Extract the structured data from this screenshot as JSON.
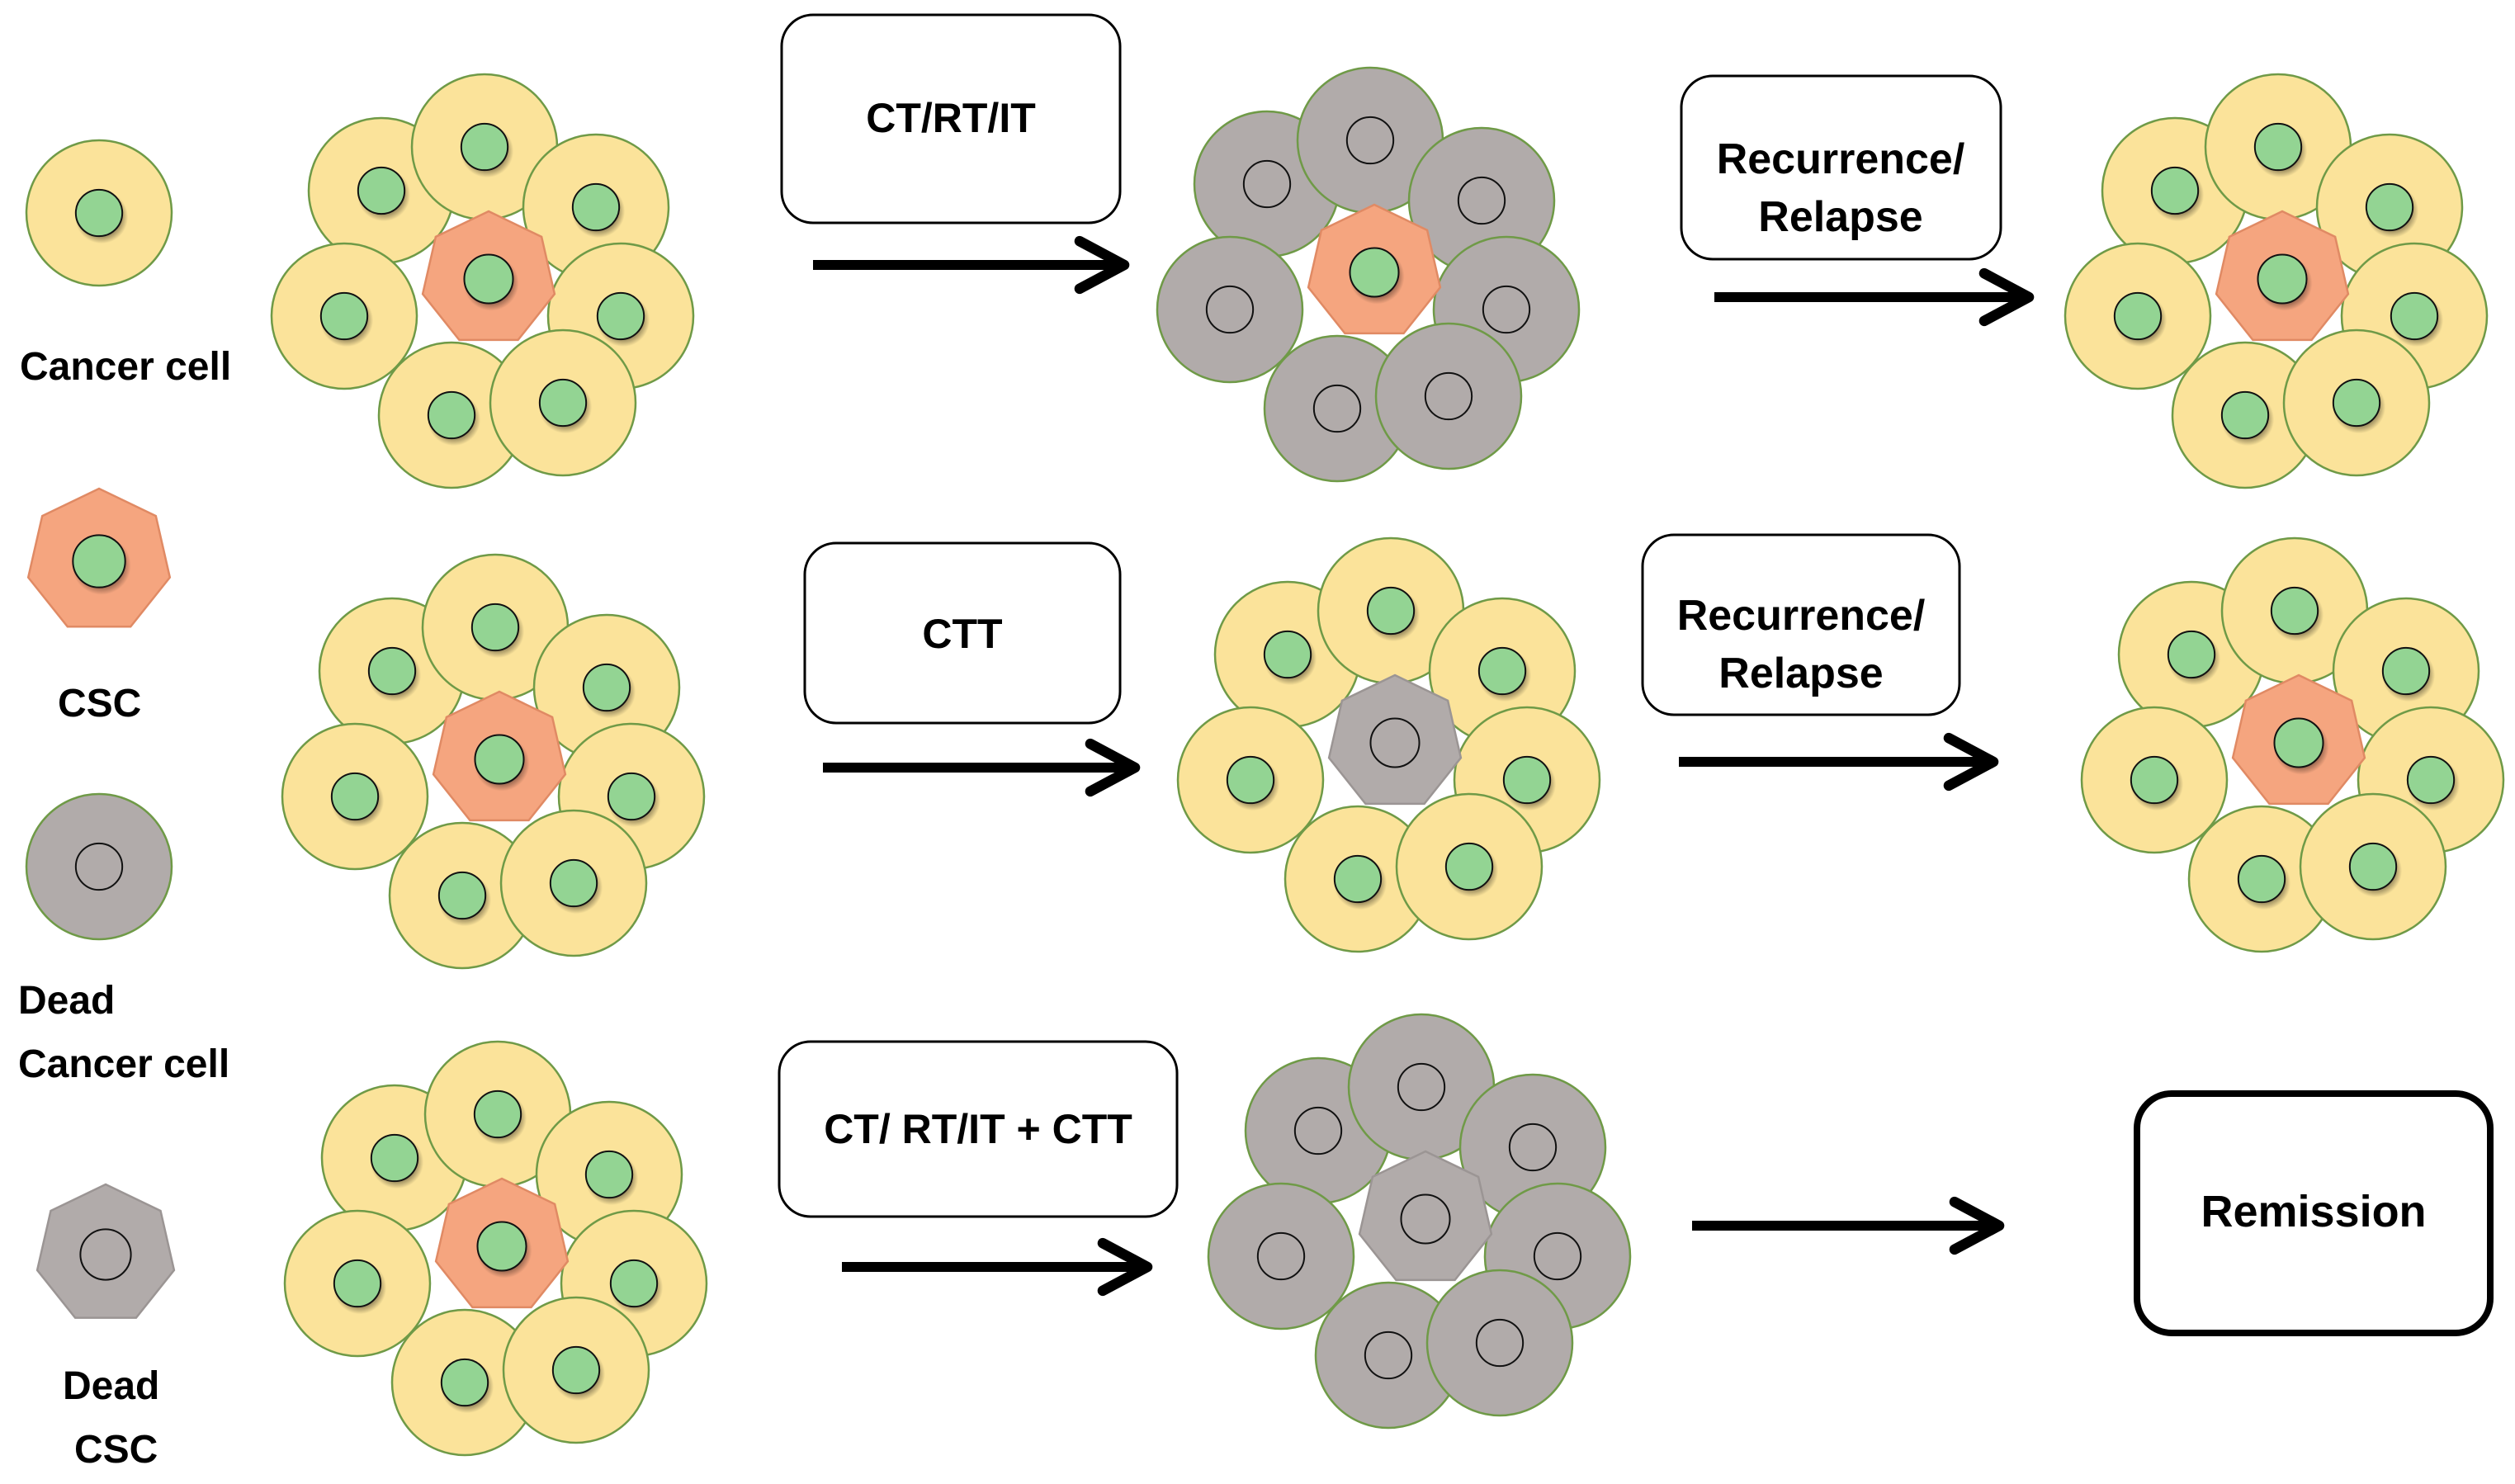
{
  "legend": {
    "cancer_cell": "Cancer cell",
    "csc": "CSC",
    "dead_cancer_cell_line1": "Dead",
    "dead_cancer_cell_line2": "Cancer cell",
    "dead_csc_line1": "Dead",
    "dead_csc_line2": "CSC"
  },
  "rows": [
    {
      "treatment": "CT/RT/IT",
      "outcome_line1": "Recurrence/",
      "outcome_line2": "Relapse",
      "after_treatment": {
        "outer": "dead",
        "center": "csc"
      },
      "final": {
        "outer": "cancer",
        "center": "csc"
      }
    },
    {
      "treatment": "CTT",
      "outcome_line1": "Recurrence/",
      "outcome_line2": "Relapse",
      "after_treatment": {
        "outer": "cancer",
        "center": "dead_csc"
      },
      "final": {
        "outer": "cancer",
        "center": "csc"
      }
    },
    {
      "treatment": "CT/ RT/IT + CTT",
      "outcome": "Remission",
      "after_treatment": {
        "outer": "dead",
        "center": "dead_csc"
      }
    }
  ],
  "colors": {
    "cancer_fill": "#fbe39a",
    "cancer_nucleus": "#93d493",
    "csc_fill": "#f5a57f",
    "dead_fill": "#b1abaa",
    "dead_nucleus": "#b1abaa",
    "cell_outline": "#6f9a47"
  }
}
